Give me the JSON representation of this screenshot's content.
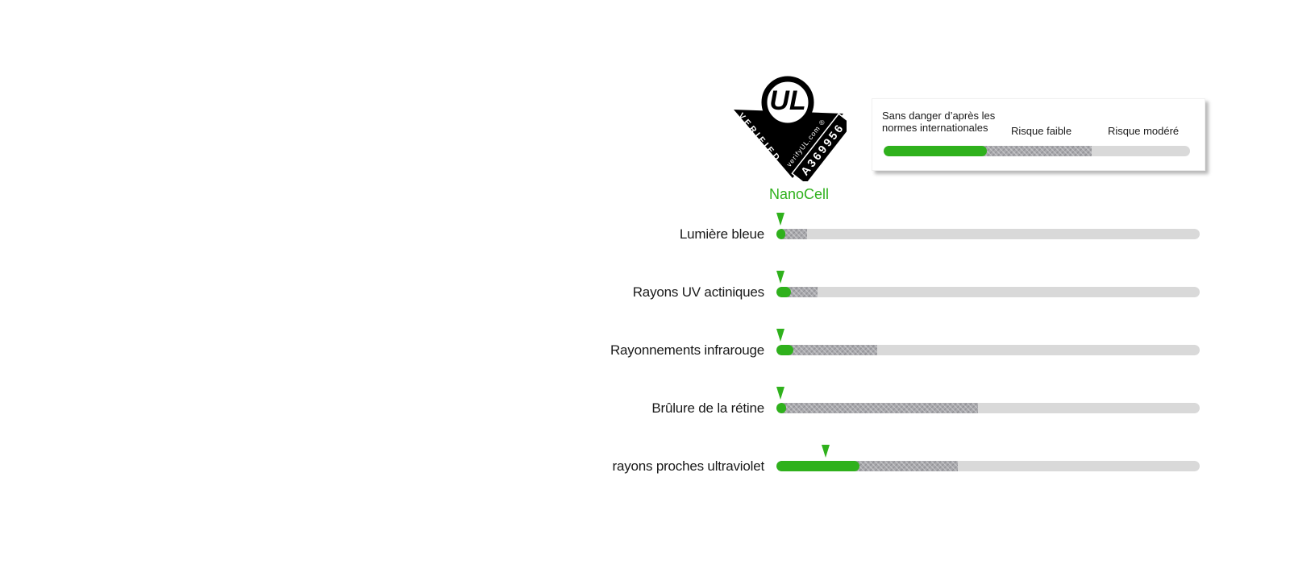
{
  "colors": {
    "safe_green": "#2fb11c",
    "risk_low_gray": "#a9a9ad",
    "risk_moderate_gray": "#d9d9d9",
    "text": "#1a1a1a",
    "badge_black": "#000000"
  },
  "badge": {
    "ul": "UL",
    "verified": "VERIFIED",
    "site": "verifyUL.com ®",
    "serial": "A369956"
  },
  "legend": {
    "safe_line1": "Sans danger d’après les",
    "safe_line2": "normes internationales",
    "low": "Risque faible",
    "moderate": "Risque modéré"
  },
  "series_label": "NanoCell",
  "chart_data": {
    "type": "bar",
    "orientation": "horizontal",
    "legend_entries": [
      "Sans danger d’après les normes internationales",
      "Risque faible",
      "Risque modéré"
    ],
    "series_marker_label": "NanoCell",
    "value_scale": "fraction of full bar length (0 - 1)",
    "rows": [
      {
        "label": "Lumière bleue",
        "safe_end": 0.021,
        "low_risk_end": 0.072,
        "marker": 0.01
      },
      {
        "label": "Rayons UV actiniques",
        "safe_end": 0.034,
        "low_risk_end": 0.097,
        "marker": 0.01
      },
      {
        "label": "Rayonnements infrarouge",
        "safe_end": 0.04,
        "low_risk_end": 0.238,
        "marker": 0.01
      },
      {
        "label": "Brûlure de la rétine",
        "safe_end": 0.023,
        "low_risk_end": 0.476,
        "marker": 0.01
      },
      {
        "label": "rayons proches ultraviolet",
        "safe_end": 0.196,
        "low_risk_end": 0.429,
        "marker": 0.116
      }
    ],
    "legend_bar": {
      "safe_end": 0.337,
      "low_risk_end": 0.679
    }
  }
}
